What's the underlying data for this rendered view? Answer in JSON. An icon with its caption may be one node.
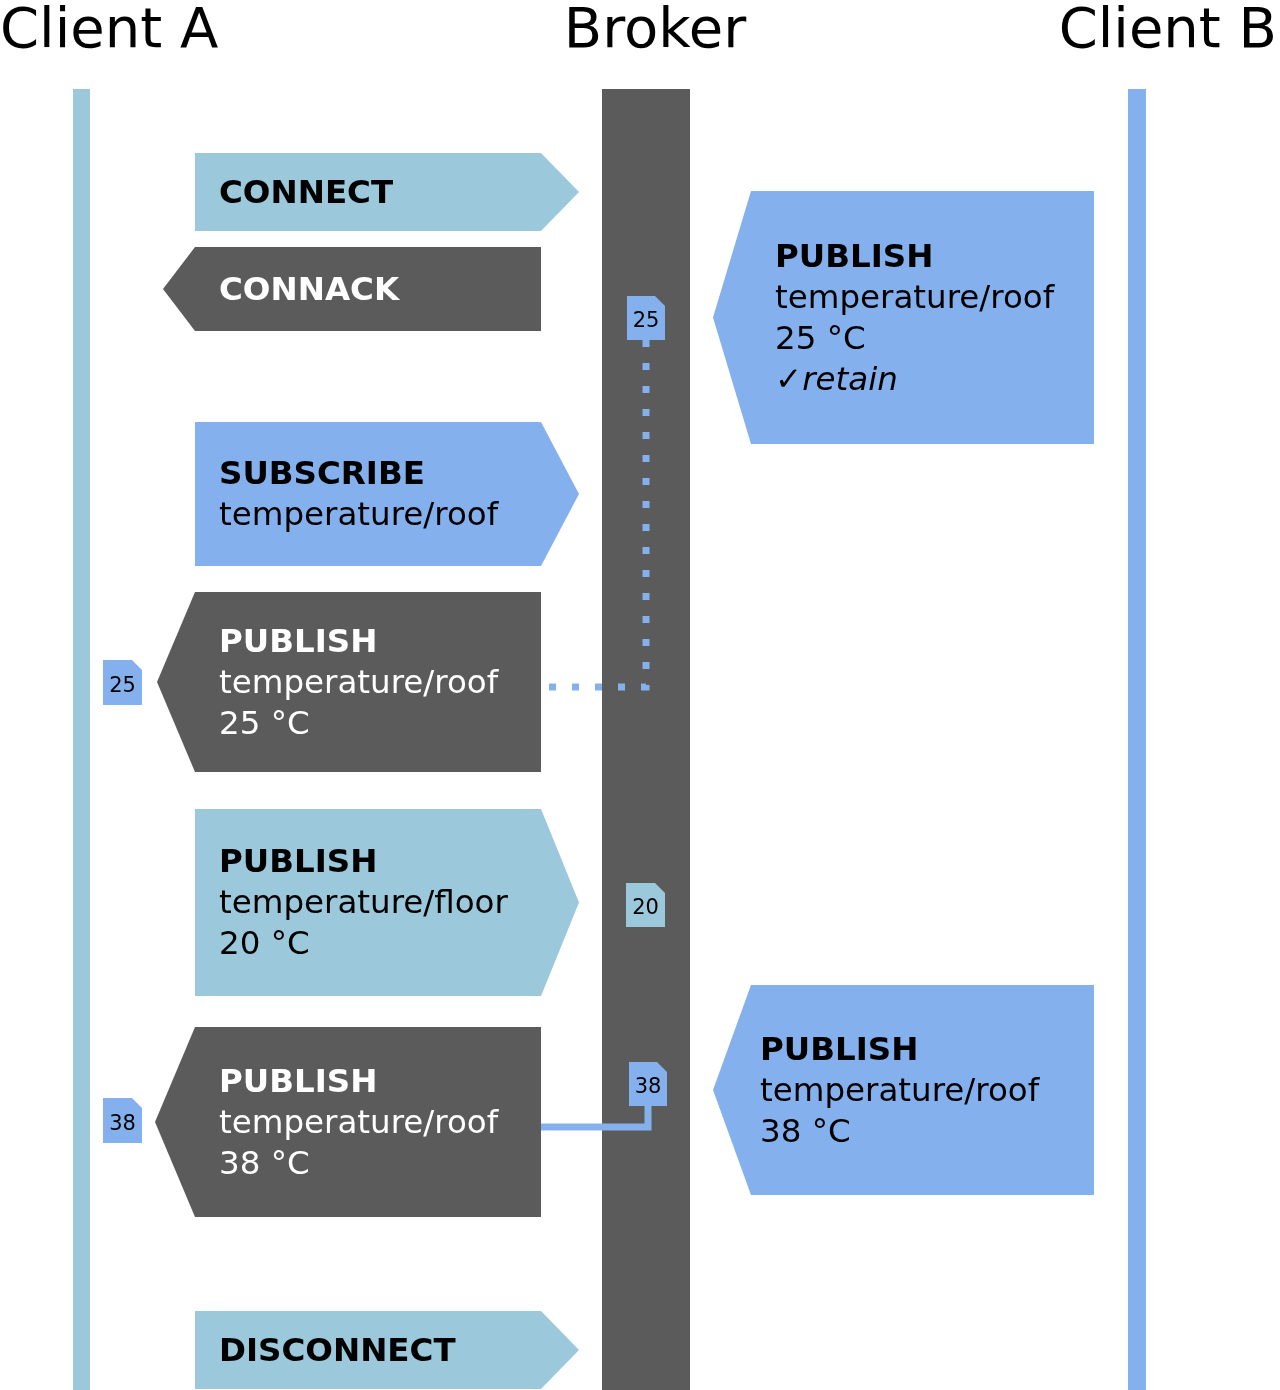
{
  "diagram": {
    "nodes": [
      {
        "text": [
          "Client A"
        ]
      },
      {
        "text": [
          "Broker"
        ]
      },
      {
        "text": [
          "Client B"
        ]
      },
      {
        "text": [
          "CONNECT"
        ]
      },
      {
        "text": [
          "PUBLISH",
          "temperature/roof",
          "25 °C",
          "✓*retain*"
        ]
      },
      {
        "text": [
          "CONNACK"
        ]
      },
      {
        "text": [
          "25"
        ],
        "in": 1
      },
      {
        "text": [
          "SUBSCRIBE",
          "temperature/roof"
        ]
      },
      {
        "text": [
          "25"
        ]
      },
      {
        "text": [
          "PUBLISH",
          "temperature/roof",
          "25 °C"
        ]
      },
      {
        "text": [
          "PUBLISH",
          "temperature/floor",
          "20 °C"
        ]
      },
      {
        "text": [
          "20"
        ],
        "in": 1
      },
      {
        "text": [
          "38"
        ]
      },
      {
        "text": [
          "PUBLISH",
          "temperature/roof",
          "38 °C"
        ]
      },
      {
        "text": [
          "38"
        ],
        "in": 1
      },
      {
        "text": [
          "PUBLISH",
          "temperature/roof",
          "38 °C"
        ]
      },
      {
        "text": [
          "DISCONNECT"
        ]
      }
    ],
    "edges": [
      {
        "from": 6,
        "to": 9,
        "arrow": "none",
        "style": "dashed"
      },
      {
        "from": 13,
        "to": 14,
        "arrow": "none"
      }
    ]
  }
}
